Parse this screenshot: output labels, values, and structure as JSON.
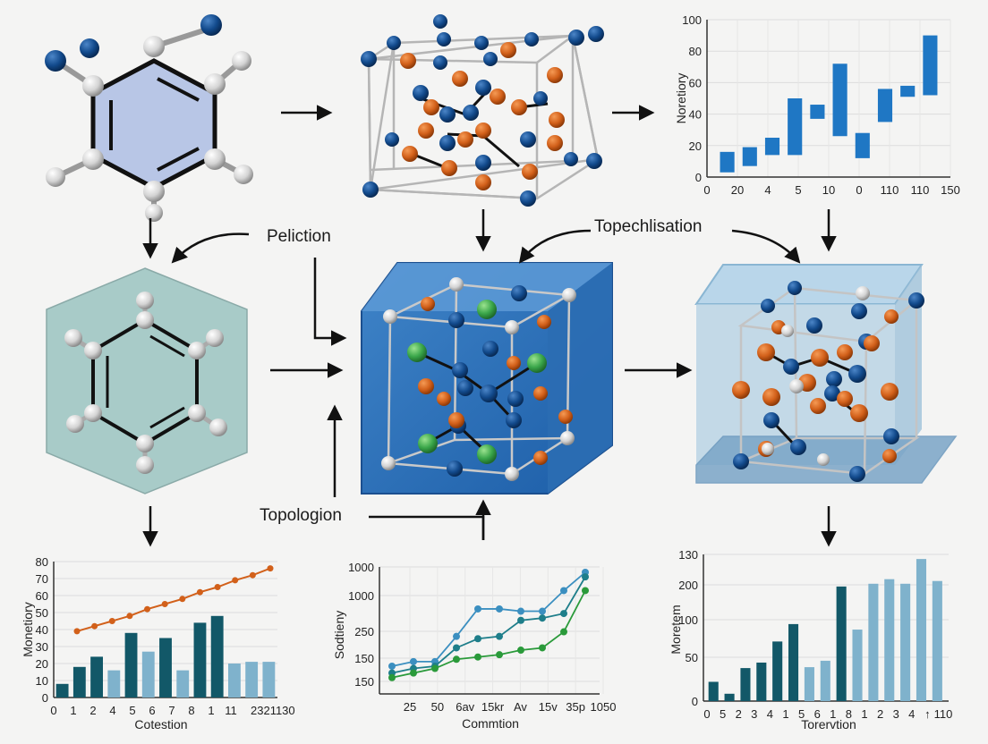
{
  "labels": {
    "prediction": "Peliction",
    "topology_top": "Topechlisation",
    "topology_bottom": "Topologion"
  },
  "colors": {
    "background": "#f4f4f3",
    "atom_blue": "#124a8c",
    "atom_orange": "#d2601a",
    "atom_green": "#3aa64a",
    "atom_white": "#d8d8d8",
    "bar_blue": "#1f77c4",
    "teal_dark": "#125868",
    "teal_light": "#7fb2cc",
    "line_orange": "#d2601a",
    "line_blue": "#3b8fc0",
    "line_teal": "#1e7e8a",
    "line_green": "#2a9a3a"
  },
  "icons": {
    "molecule": "benzene-ring-icon",
    "crystal": "crystal-lattice-icon",
    "arrow": "flow-arrow-icon"
  },
  "chart_data": [
    {
      "type": "bar",
      "position": "top-right",
      "ylabel": "Noretiory",
      "xlabel": "",
      "x_tick_labels": [
        "0",
        "20",
        "4",
        "5",
        "10",
        "0",
        "110",
        "110",
        "150"
      ],
      "y_ticks": [
        0,
        20,
        40,
        60,
        80,
        100
      ],
      "ylim": [
        0,
        100
      ],
      "floating_bars": [
        [
          3,
          16
        ],
        [
          7,
          19
        ],
        [
          14,
          25
        ],
        [
          14,
          50
        ],
        [
          37,
          46
        ],
        [
          26,
          72
        ],
        [
          12,
          28
        ],
        [
          35,
          56
        ],
        [
          51,
          58
        ],
        [
          52,
          90
        ]
      ]
    },
    {
      "type": "bar",
      "position": "bottom-left",
      "ylabel": "Monetiory",
      "xlabel": "Cotestion",
      "x_tick_labels": [
        "0",
        "1",
        "2",
        "4",
        "5",
        "6",
        "7",
        "8",
        "1",
        "11",
        "2321130"
      ],
      "y_ticks": [
        0,
        10,
        20,
        30,
        40,
        50,
        60,
        70,
        80
      ],
      "ylim": [
        0,
        80
      ],
      "bars": [
        8,
        18,
        24,
        16,
        38,
        27,
        35,
        16,
        44,
        48,
        20,
        21,
        21
      ],
      "bar_shades": [
        "dark",
        "dark",
        "dark",
        "light",
        "dark",
        "light",
        "dark",
        "light",
        "dark",
        "dark",
        "light",
        "light",
        "light"
      ],
      "line": [
        39,
        42,
        45,
        48,
        52,
        55,
        58,
        62,
        65,
        69,
        72,
        76
      ]
    },
    {
      "type": "line",
      "position": "bottom-center",
      "ylabel": "Sodtieny",
      "xlabel": "Commtion",
      "x_tick_labels": [
        "25",
        "50",
        "6av",
        "15kr",
        "Av",
        "15v",
        "35p",
        "1050"
      ],
      "y_tick_labels": [
        "150",
        "150",
        "250",
        "1000",
        "1000"
      ],
      "series": [
        {
          "values": [
            18,
            22,
            22,
            44,
            68,
            68,
            66,
            66,
            84,
            100
          ]
        },
        {
          "values": [
            12,
            16,
            18,
            34,
            42,
            44,
            58,
            60,
            64,
            96
          ]
        },
        {
          "values": [
            8,
            12,
            16,
            24,
            26,
            28,
            32,
            34,
            48,
            84
          ]
        }
      ]
    },
    {
      "type": "bar",
      "position": "bottom-right",
      "ylabel": "Moretem",
      "xlabel": "Torervtion",
      "x_tick_labels": [
        "0",
        "5",
        "2",
        "3",
        "4",
        "1",
        "5",
        "6",
        "1",
        "8",
        "1",
        "2",
        "3",
        "4",
        "↑",
        "110"
      ],
      "y_tick_labels": [
        "130",
        "200",
        "100",
        "50",
        "0"
      ],
      "bars": [
        21,
        8,
        36,
        42,
        65,
        84,
        37,
        44,
        125,
        78,
        128,
        133,
        128,
        155,
        131
      ],
      "bar_shades": [
        "dark",
        "dark",
        "dark",
        "dark",
        "dark",
        "dark",
        "light",
        "light",
        "dark",
        "light",
        "light",
        "light",
        "light",
        "light",
        "light"
      ]
    }
  ]
}
